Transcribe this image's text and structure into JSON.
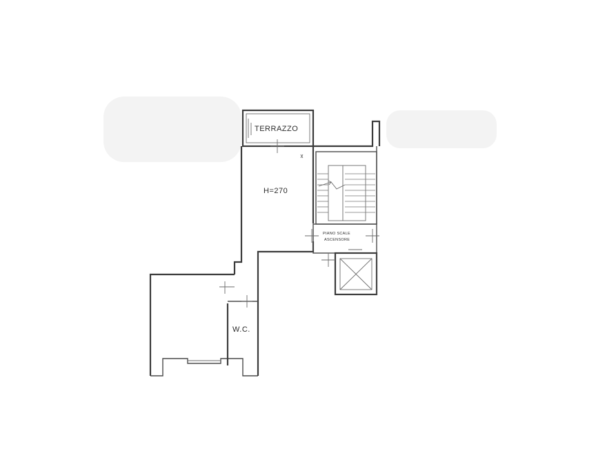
{
  "plan": {
    "rooms": {
      "terrace": "TERRAZZO",
      "living": "H=270",
      "wc": "W.C."
    },
    "stair": {
      "line1": "PIANO SCALE",
      "line2": "ASCENSORE"
    }
  }
}
